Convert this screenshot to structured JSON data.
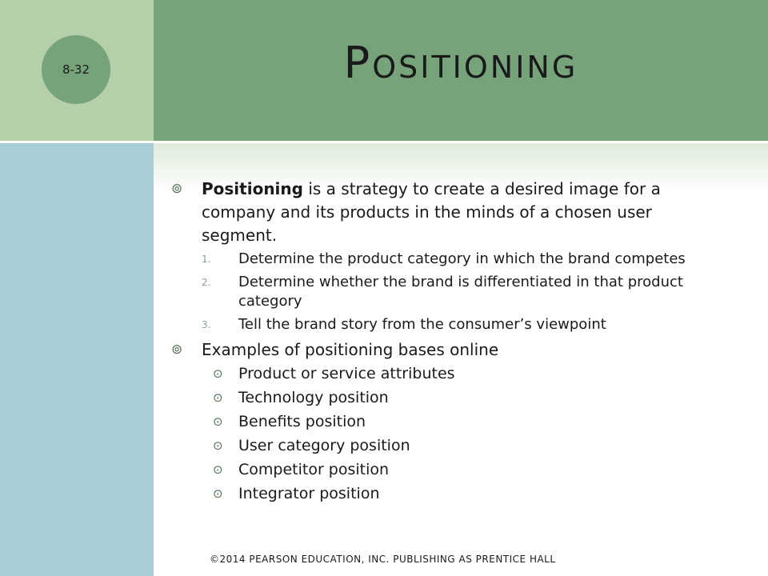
{
  "slide": {
    "number": "8-32",
    "title": "Positioning",
    "footer": "©2014 PEARSON EDUCATION, INC. PUBLISHING AS PRENTICE HALL",
    "bullet_icon": "circled-dot-icon",
    "bullets": [
      {
        "bold": "Positioning",
        "text": " is a strategy to create a desired image for a company and its products in the minds of a chosen user segment.",
        "numbered": [
          {
            "num": "1.",
            "text": "Determine the product category in which the brand competes"
          },
          {
            "num": "2.",
            "text": "Determine whether the brand is differentiated in that product category"
          },
          {
            "num": "3.",
            "text": "Tell the brand story from the consumer’s viewpoint"
          }
        ]
      },
      {
        "text": "Examples of positioning bases online",
        "sub": [
          "Product or service attributes",
          "Technology position",
          "Benefits position",
          "User category position",
          "Competitor position",
          "Integrator position"
        ]
      }
    ]
  },
  "colors": {
    "header_green": "#76a37a",
    "corner_green": "#b5cfaa",
    "sidebar_blue": "#a8cdd6"
  }
}
